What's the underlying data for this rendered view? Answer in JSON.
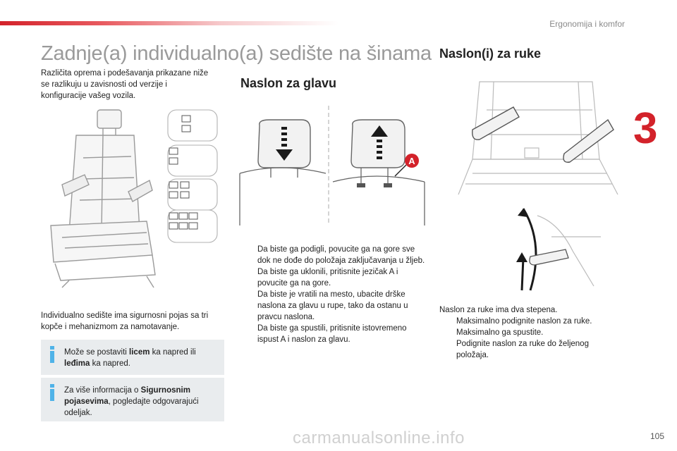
{
  "header": {
    "section": "Ergonomija i komfor",
    "chapter_number": "3"
  },
  "title": "Zadnje(a) individualno(a) sedište na šinama",
  "intro": "Različita oprema i podešavanja prikazane niže se razlikuju u zavisnosti od verzije i konfiguracije vašeg vozila.",
  "seat_text": "Individualno sedište ima sigurnosni pojas sa tri kopče i mehanizmom za namotavanje.",
  "info_boxes": [
    {
      "parts": [
        "Može se postaviti ",
        "licem",
        " ka napred ili ",
        "leđima",
        " ka napred."
      ]
    },
    {
      "parts": [
        "Za više informacija o ",
        "Sigurnosnim pojasevima",
        ", pogledajte odgovarajući odeljak."
      ]
    }
  ],
  "headrest": {
    "heading": "Naslon za glavu",
    "label_a": "A",
    "bullets": [
      "Da biste ga podigli, povucite ga na gore sve dok ne dođe do položaja zaključavanja u žljeb.",
      "Da biste ga uklonili, pritisnite jezičak A i povucite ga na gore.",
      "Da biste je vratili na mesto, ubacite drške naslona za glavu u rupe, tako da ostanu u pravcu naslona.",
      "Da biste ga spustili, pritisnite istovremeno ispust A i naslon za glavu."
    ]
  },
  "armrest": {
    "heading": "Naslon(i) za ruke",
    "intro": "Naslon za ruke ima dva stepena.",
    "bullets": [
      "Maksimalno podignite naslon za ruke.",
      "Maksimalno ga spustite.",
      "Podignite naslon za ruke do željenog položaja."
    ]
  },
  "bullet_marker": "",
  "page_number": "105",
  "watermark": "carmanualsonline.info",
  "colors": {
    "accent": "#d3222a",
    "info_icon": "#4fb3e8",
    "title_gray": "#9a9a9a",
    "infobox_bg": "#e9ecee"
  }
}
